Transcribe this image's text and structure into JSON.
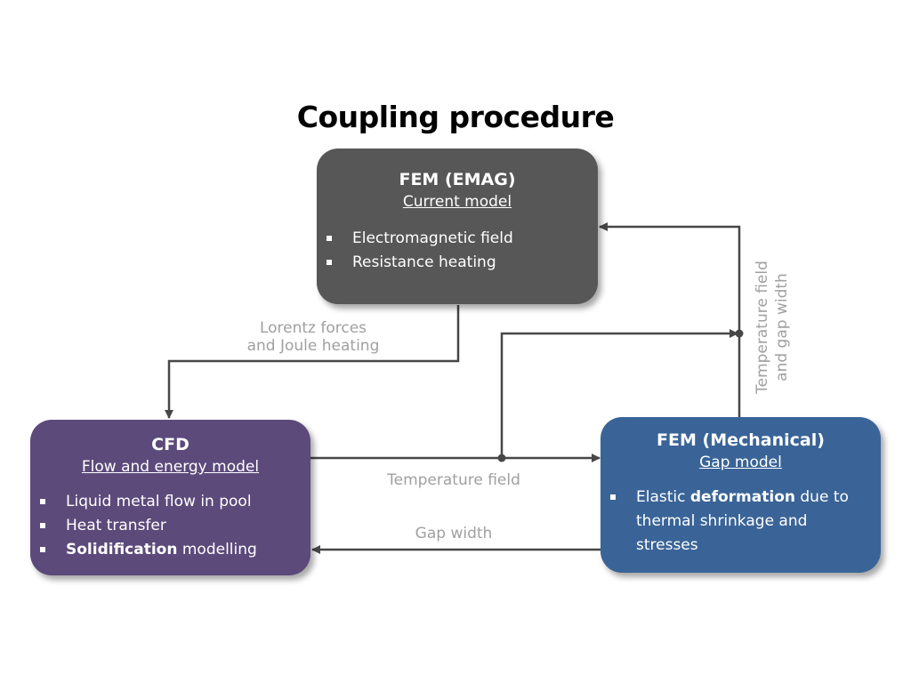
{
  "title": "Coupling procedure",
  "boxes": {
    "emag": {
      "name": "FEM (EMAG)",
      "subtitle": "Current model",
      "items": [
        "Electromagnetic field",
        "Resistance heating"
      ],
      "color": "#575757"
    },
    "cfd": {
      "name": "CFD",
      "subtitle": "Flow and energy model",
      "items": [
        {
          "bold": "",
          "text": "Liquid metal flow in pool"
        },
        {
          "bold": "",
          "text": "Heat transfer"
        },
        {
          "bold": "Solidification",
          "text": " modelling"
        }
      ],
      "color": "#5c4a7b"
    },
    "mech": {
      "name": "FEM (Mechanical)",
      "subtitle": "Gap model",
      "item": {
        "before": "Elastic ",
        "bold": "deformation",
        "after": " due to thermal shrinkage and stresses"
      },
      "color": "#3a6497"
    }
  },
  "labels": {
    "lorentz_line1": "Lorentz forces",
    "lorentz_line2": "and Joule heating",
    "temperature_field": "Temperature field",
    "gap_width": "Gap width",
    "temp_gap_line1": "Temperature field",
    "temp_gap_line2": "and gap width"
  },
  "colors": {
    "connector": "#474747",
    "label": "#a0a0a0",
    "title": "#000000"
  }
}
